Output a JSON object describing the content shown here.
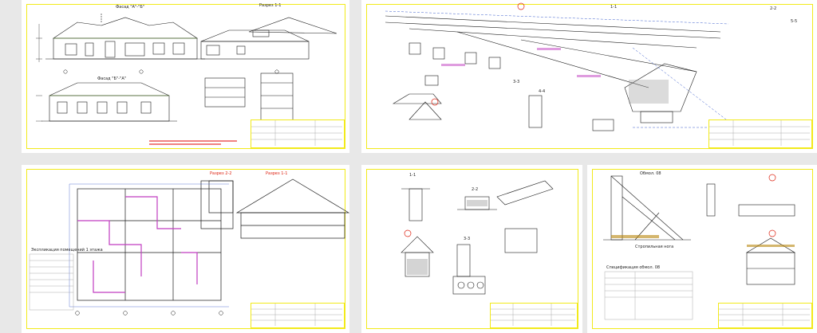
{
  "sheets": [
    {
      "id": "facades",
      "labels": [
        "Фасад \"А\"-\"Б\"",
        "Разрез 1-1",
        "Фасад \"Б\"-\"А\""
      ]
    },
    {
      "id": "roof-plan",
      "labels": [
        "1-1",
        "2-2",
        "3-3",
        "4-4",
        "5-5"
      ]
    },
    {
      "id": "floor-plan",
      "labels": [
        "Разрез 2-2",
        "Разрез 1-1",
        "Экспликация помещений 1 этажа"
      ]
    },
    {
      "id": "nodes",
      "labels": [
        "1-1",
        "2-2",
        "3-3"
      ]
    },
    {
      "id": "truss",
      "labels": [
        "Обмол. 08",
        "Стропильная нога",
        "Спецификация обмол. 08"
      ]
    }
  ],
  "colors": {
    "frame": "#f2ea1a",
    "line": "#1a1a1a",
    "accent_red": "#d21",
    "accent_magenta": "#c03cc0",
    "dim_blue": "#3a5ccc"
  }
}
